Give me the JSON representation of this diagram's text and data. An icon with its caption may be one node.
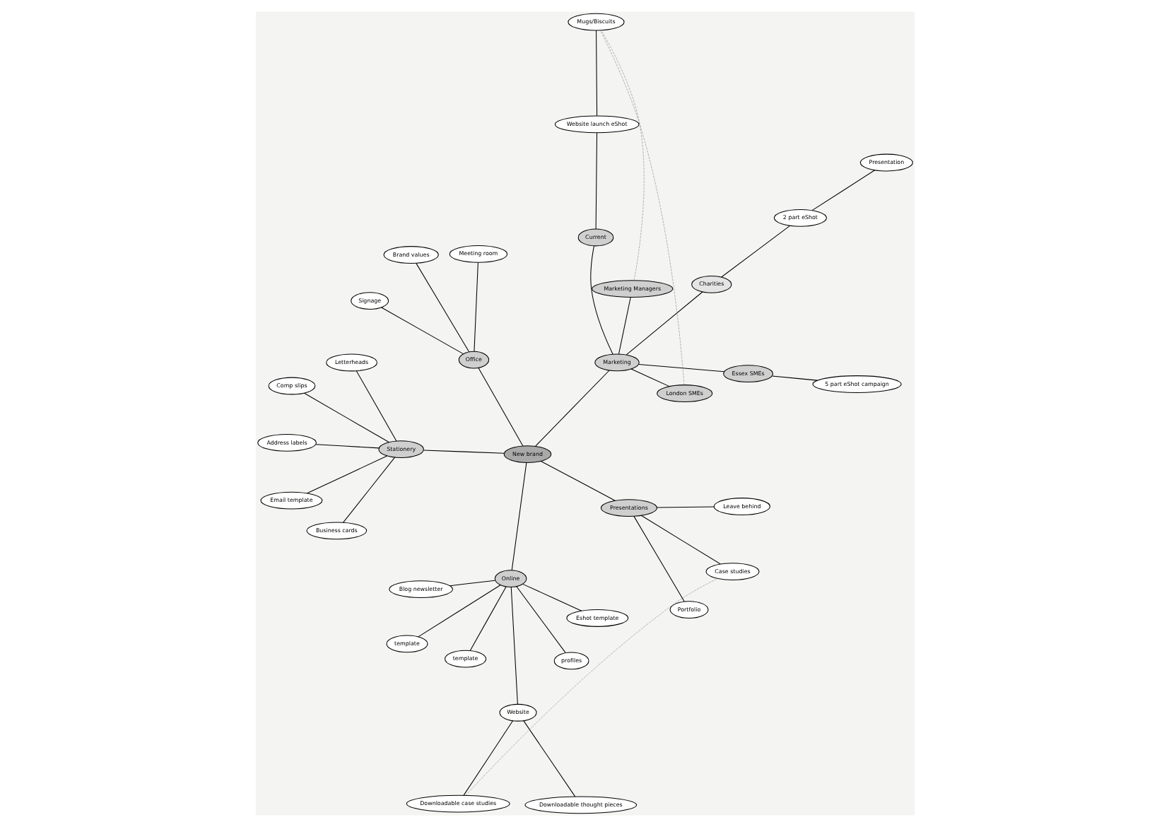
{
  "diagram": {
    "nodes": [
      {
        "text": [
          "New brand"
        ]
      },
      {
        "text": [
          "Online"
        ]
      },
      {
        "text": [
          "Website"
        ]
      },
      {
        "text": [
          "Downloadable case studies"
        ]
      },
      {
        "text": [
          "Downloadable thought pieces"
        ]
      },
      {
        "text": [
          "Blog newsletter"
        ]
      },
      {
        "text": [
          "template"
        ]
      },
      {
        "text": [
          "Eshot template"
        ]
      },
      {
        "text": [
          "template"
        ]
      },
      {
        "text": [
          "profiles"
        ]
      },
      {
        "text": [
          "Presentations"
        ]
      },
      {
        "text": [
          "Portfolio"
        ]
      },
      {
        "text": [
          "Case studies"
        ]
      },
      {
        "text": [
          "Leave behind"
        ]
      },
      {
        "text": [
          "Stationery"
        ]
      },
      {
        "text": [
          "Email template"
        ]
      },
      {
        "text": [
          "Business cards"
        ]
      },
      {
        "text": [
          "Letterheads"
        ]
      },
      {
        "text": [
          "Address labels"
        ]
      },
      {
        "text": [
          "Comp slips"
        ]
      },
      {
        "text": [
          "Office"
        ]
      },
      {
        "text": [
          "Signage"
        ]
      },
      {
        "text": [
          "Brand values"
        ]
      },
      {
        "text": [
          "Meeting room"
        ]
      },
      {
        "text": [
          "Marketing"
        ]
      },
      {
        "text": [
          "Charities"
        ]
      },
      {
        "text": [
          "2 part eShot"
        ]
      },
      {
        "text": [
          "Presentation"
        ]
      },
      {
        "text": [
          "Marketing Managers"
        ]
      },
      {
        "text": [
          "London SMEs"
        ]
      },
      {
        "text": [
          "Essex SMEs"
        ]
      },
      {
        "text": [
          "5 part eShot campaign"
        ]
      },
      {
        "text": [
          "Current"
        ]
      },
      {
        "text": [
          "Website launch eShot"
        ]
      },
      {
        "text": [
          "Mugs/Biscuits"
        ]
      }
    ],
    "edges": [
      {
        "from": 0,
        "to": 1,
        "arrow": "none"
      },
      {
        "from": 1,
        "to": 2,
        "arrow": "none"
      },
      {
        "from": 2,
        "to": 3,
        "arrow": "none"
      },
      {
        "from": 2,
        "to": 4,
        "arrow": "none"
      },
      {
        "from": 1,
        "to": 5,
        "arrow": "none"
      },
      {
        "from": 1,
        "to": 6,
        "arrow": "none"
      },
      {
        "from": 1,
        "to": 7,
        "arrow": "none"
      },
      {
        "from": 1,
        "to": 8,
        "arrow": "none"
      },
      {
        "from": 1,
        "to": 9,
        "arrow": "none"
      },
      {
        "from": 0,
        "to": 10,
        "arrow": "none"
      },
      {
        "from": 10,
        "to": 11,
        "arrow": "none"
      },
      {
        "from": 10,
        "to": 12,
        "arrow": "none"
      },
      {
        "from": 10,
        "to": 13,
        "arrow": "none"
      },
      {
        "from": 0,
        "to": 14,
        "arrow": "none"
      },
      {
        "from": 14,
        "to": 15,
        "arrow": "none"
      },
      {
        "from": 14,
        "to": 16,
        "arrow": "none"
      },
      {
        "from": 14,
        "to": 17,
        "arrow": "none"
      },
      {
        "from": 14,
        "to": 18,
        "arrow": "none"
      },
      {
        "from": 14,
        "to": 19,
        "arrow": "none"
      },
      {
        "from": 0,
        "to": 20,
        "arrow": "none"
      },
      {
        "from": 20,
        "to": 21,
        "arrow": "none"
      },
      {
        "from": 20,
        "to": 22,
        "arrow": "none"
      },
      {
        "from": 20,
        "to": 23,
        "arrow": "none"
      },
      {
        "from": 0,
        "to": 24,
        "arrow": "none"
      },
      {
        "from": 24,
        "to": 25,
        "arrow": "none"
      },
      {
        "from": 25,
        "to": 26,
        "arrow": "none"
      },
      {
        "from": 26,
        "to": 27,
        "arrow": "none"
      },
      {
        "from": 24,
        "to": 28,
        "arrow": "none"
      },
      {
        "from": 24,
        "to": 29,
        "arrow": "none"
      },
      {
        "from": 24,
        "to": 30,
        "arrow": "none"
      },
      {
        "from": 30,
        "to": 31,
        "arrow": "none"
      },
      {
        "from": 24,
        "to": 32,
        "arrow": "none"
      },
      {
        "from": 32,
        "to": 33,
        "arrow": "none"
      },
      {
        "from": 33,
        "to": 34,
        "arrow": "none"
      },
      {
        "from": 3,
        "to": 12,
        "arrow": "none",
        "style": "dashed",
        "color": "#777777"
      },
      {
        "from": 28,
        "to": 34,
        "arrow": "none",
        "style": "dashed",
        "color": "#777777"
      },
      {
        "from": 29,
        "to": 34,
        "arrow": "none",
        "style": "dashed",
        "color": "#777777"
      }
    ]
  }
}
